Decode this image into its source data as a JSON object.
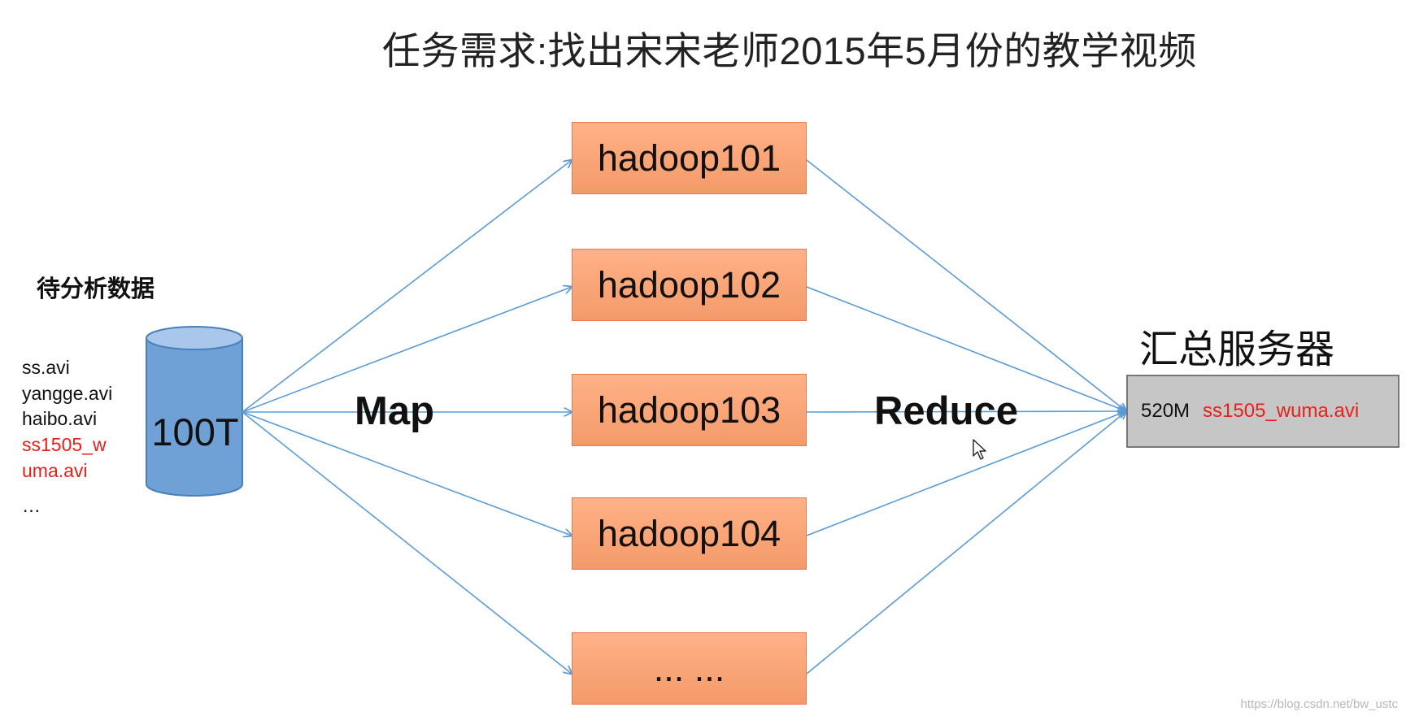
{
  "title": "任务需求:找出宋宋老师2015年5月份的教学视频",
  "source": {
    "label": "待分析数据",
    "files": [
      {
        "text": "ss.avi",
        "color": "#111111"
      },
      {
        "text": "yangge.avi",
        "color": "#111111"
      },
      {
        "text": "haibo.avi",
        "color": "#111111"
      },
      {
        "text": "ss1505_w",
        "color": "#e8201a"
      },
      {
        "text": "uma.avi",
        "color": "#e8201a"
      },
      {
        "text": "…",
        "color": "#111111"
      }
    ],
    "storage": "100T"
  },
  "stages": {
    "map": "Map",
    "reduce": "Reduce"
  },
  "nodes": [
    "hadoop101",
    "hadoop102",
    "hadoop103",
    "hadoop104",
    "... ..."
  ],
  "server": {
    "label": "汇总服务器",
    "size": "520M",
    "file": "ss1505_wuma.avi",
    "file_color": "#e8201a"
  },
  "watermark": "https://blog.csdn.net/bw_ustc",
  "colors": {
    "arrow": "#5b9bd5",
    "node_fill": "#f8a479",
    "node_border": "#e8794a",
    "cylinder": "#6fa0d6",
    "server_fill": "#c6c6c6"
  }
}
